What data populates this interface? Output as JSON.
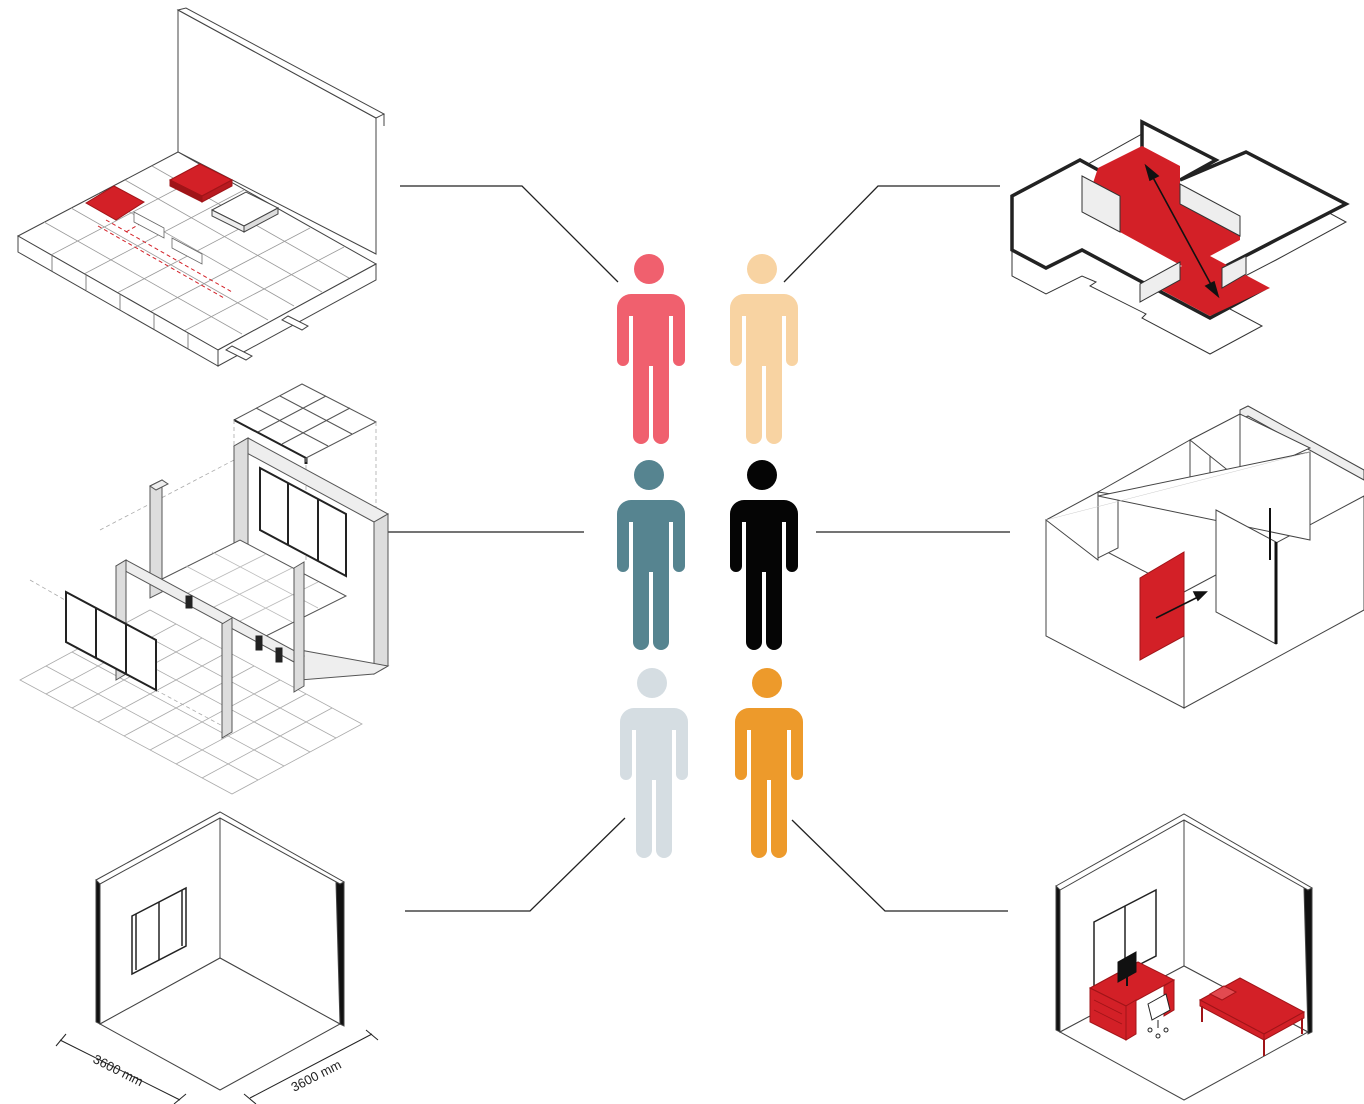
{
  "colors": {
    "accent_red": "#d32027",
    "line": "#222222",
    "thin_line": "#555555",
    "wall_gray": "#dddddd",
    "grid_gray": "#bbbbbb"
  },
  "people": [
    {
      "id": "pink",
      "color": "#f0606e"
    },
    {
      "id": "peach",
      "color": "#f8d3a2"
    },
    {
      "id": "teal",
      "color": "#568490"
    },
    {
      "id": "black",
      "color": "#050505"
    },
    {
      "id": "light-gray",
      "color": "#d5dde2"
    },
    {
      "id": "orange",
      "color": "#ed9a2b"
    }
  ],
  "diagrams": {
    "room_dims": {
      "width_label": "3600 mm",
      "depth_label": "3600 mm"
    }
  }
}
